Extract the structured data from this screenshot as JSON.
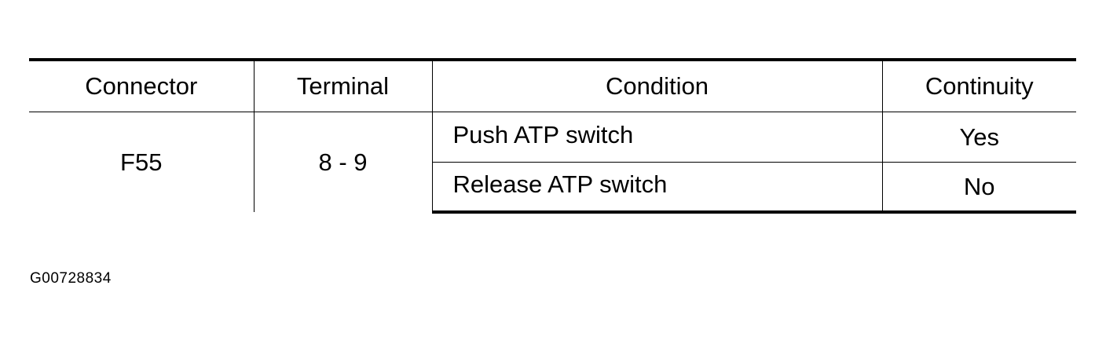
{
  "table": {
    "headers": [
      "Connector",
      "Terminal",
      "Condition",
      "Continuity"
    ],
    "connector": "F55",
    "terminal": "8 - 9",
    "rows": [
      {
        "condition": "Push ATP switch",
        "continuity": "Yes"
      },
      {
        "condition": "Release ATP switch",
        "continuity": "No"
      }
    ]
  },
  "figure_id": "G00728834"
}
